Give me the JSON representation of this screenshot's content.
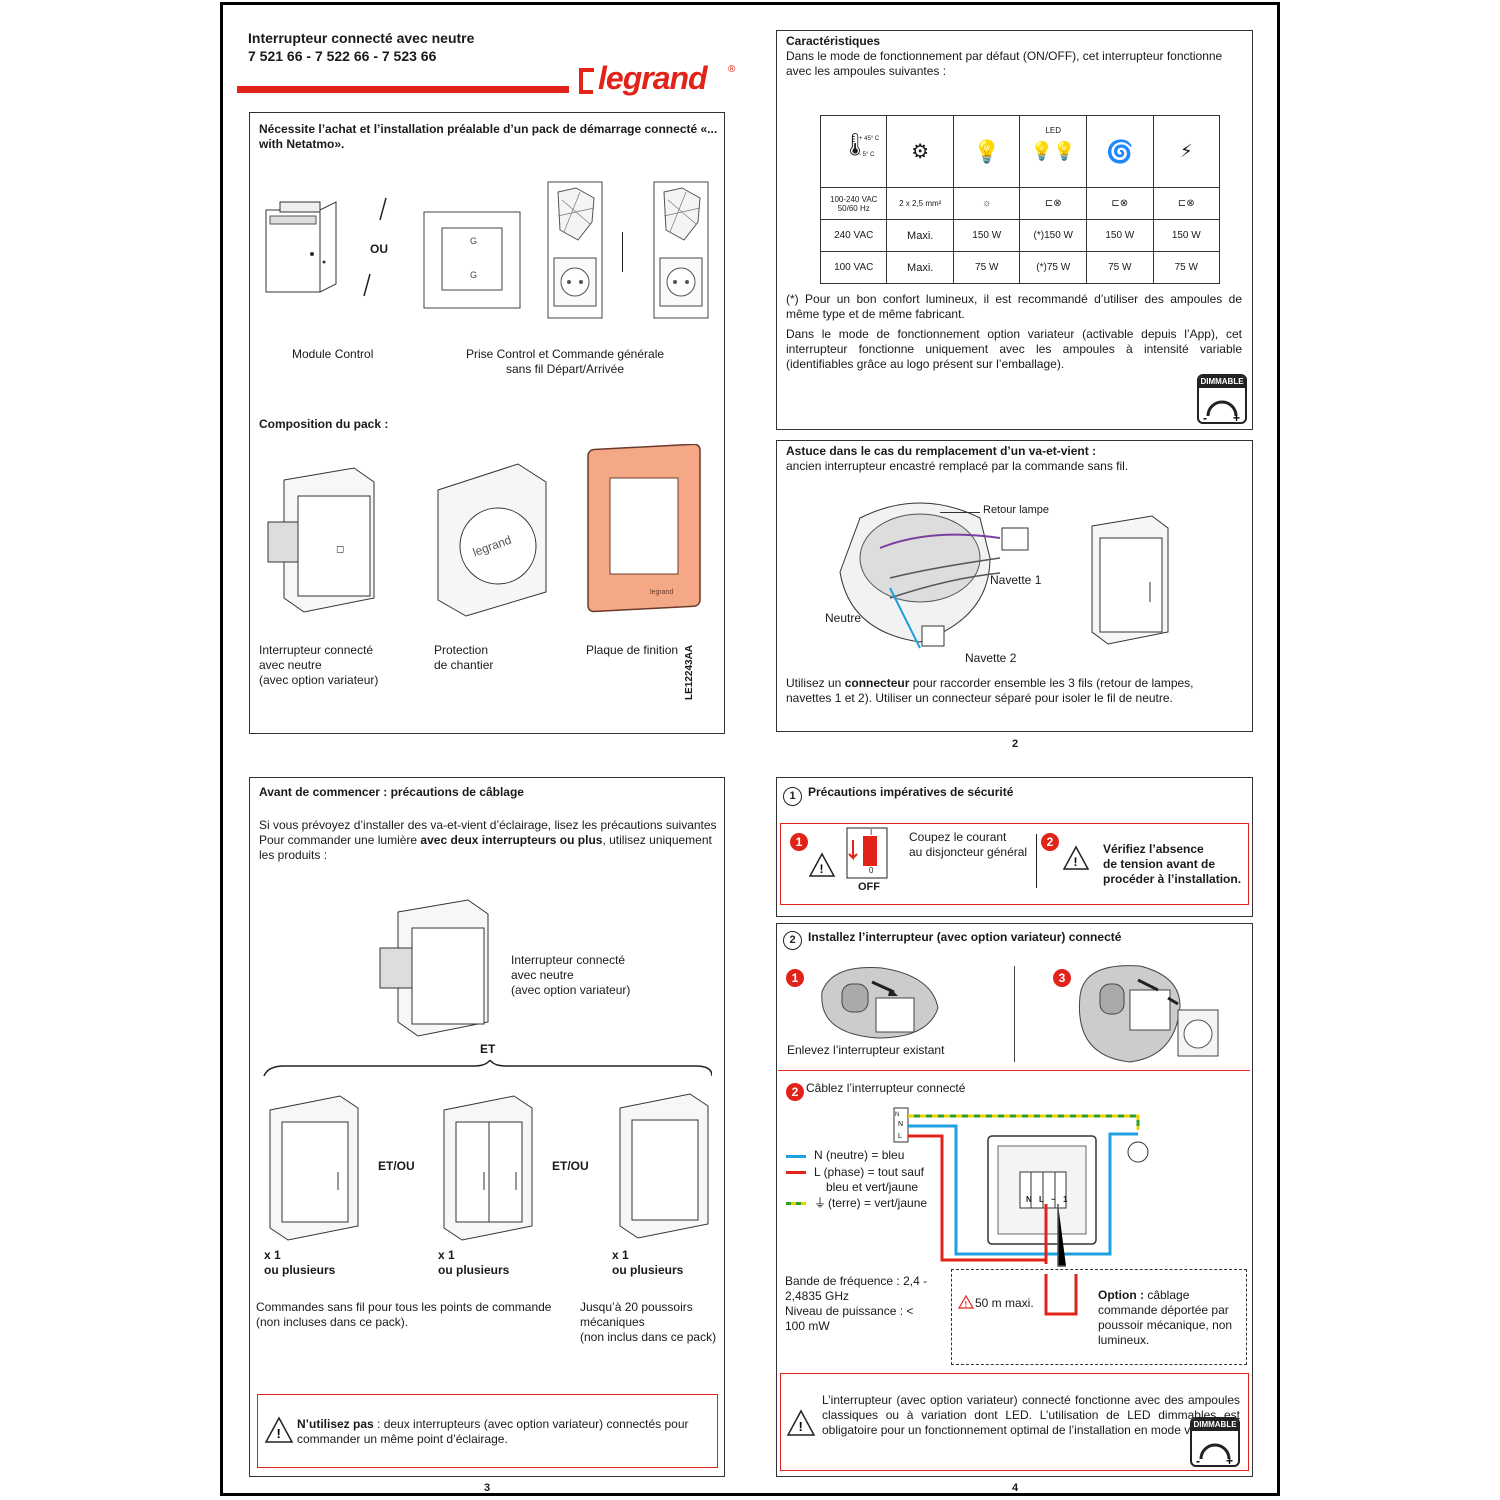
{
  "header": {
    "title": "Interrupteur connecté avec neutre",
    "refs": "7 521 66 - 7 522 66 - 7 523 66",
    "brand": "legrand",
    "brand_mark": "®"
  },
  "doc_code": "LE12243AA",
  "page1": {
    "requirement": "Nécessite l’achat et l’installation préalable d’un pack de démarrage connecté «... with Netatmo».",
    "ou": "OU",
    "module_control": "Module Control",
    "prise_control_1": "Prise Control et Commande générale",
    "prise_control_2": "sans fil Départ/Arrivée",
    "composition_title": "Composition du pack :",
    "item1": [
      "Interrupteur connecté",
      "avec neutre",
      "(avec option variateur)"
    ],
    "item2": [
      "Protection",
      "de chantier"
    ],
    "item3": [
      "Plaque de finition"
    ]
  },
  "page2": {
    "caract_title": "Caractéristiques",
    "caract_text": "Dans le mode de fonctionnement par défaut (ON/OFF), cet interrupteur fonctionne avec les ampoules suivantes :",
    "table": {
      "temp_hi": "+ 45° C",
      "temp_lo": "- 5° C",
      "voltage_1": "100-240 VAC",
      "voltage_2": "50/60 Hz",
      "wire": "2 x 2,5 mm²",
      "led_label": "LED",
      "rows": [
        {
          "volt": "240 VAC",
          "maxi": "Maxi.",
          "vals": [
            "150 W",
            "(*)150 W",
            "150 W",
            "150 W"
          ]
        },
        {
          "volt": "100 VAC",
          "maxi": "Maxi.",
          "vals": [
            "75 W",
            "(*)75 W",
            "75 W",
            "75 W"
          ]
        }
      ]
    },
    "note_star": "(*) Pour un bon confort lumineux, il est recommandé d’utiliser des ampoules de même type et de même fabricant.",
    "dimmer_text": "Dans le mode de fonctionnement option variateur (activable depuis l’App), cet interrupteur fonctionne uniquement avec les ampoules à intensité variable (identifiables grâce au logo présent sur l’emballage).",
    "dimmable": "DIMMABLE",
    "astuce_title": "Astuce dans le cas du remplacement d’un va-et-vient :",
    "astuce_sub": "ancien interrupteur encastré remplacé par la commande sans fil.",
    "retour_lampe": "Retour lampe",
    "navette1": "Navette 1",
    "neutre": "Neutre",
    "navette2": "Navette 2",
    "connect_pre": "Utilisez un ",
    "connect_bold": "connecteur",
    "connect_post": " pour raccorder ensemble les 3 fils (retour de lampes, navettes 1 et 2). Utiliser un connecteur séparé pour isoler le fil de neutre.",
    "page_number": "2"
  },
  "page3": {
    "title": "Avant de commencer : précautions de câblage",
    "line1": "Si vous prévoyez d’installer des va-et-vient d’éclairage, lisez les précautions suivantes :",
    "line2_pre": "Pour commander une lumière ",
    "line2_bold": "avec deux interrupteurs ou plus",
    "line2_post": ", utilisez uniquement les produits :",
    "switch_label": [
      "Interrupteur connecté",
      "avec neutre",
      "(avec option variateur)"
    ],
    "et": "ET",
    "etou": "ET/OU",
    "qty": "x 1",
    "plus": "ou plusieurs",
    "wireless_cmd": [
      "Commandes sans fil pour tous les points de commande",
      "(non incluses dans ce pack)."
    ],
    "push_buttons": [
      "Jusqu’à 20 poussoirs",
      "mécaniques",
      "(non inclus dans ce pack)"
    ],
    "warn_bold": "N’utilisez pas",
    "warn_text": " : deux interrupteurs (avec option variateur) connectés pour commander un même point d’éclairage.",
    "page_number": "3"
  },
  "page4": {
    "safety_title": "Précautions impératives de sécurité",
    "step1_text": [
      "Coupez le courant",
      "au disjoncteur général"
    ],
    "off": "OFF",
    "breaker_i": "I",
    "breaker_o": "0",
    "step2_text": [
      "Vérifiez l’absence",
      "de tension avant de",
      "procéder à l’installation."
    ],
    "install_title": "Installez l’interrupteur (avec option variateur) connecté",
    "remove_existing": "Enlevez l’interrupteur existant",
    "wire_title": "Câblez l’interrupteur connecté",
    "legend_n": "N (neutre) = bleu",
    "legend_l1": "L (phase) = tout sauf",
    "legend_l2": "bleu et vert/jaune",
    "legend_earth": "(terre) = vert/jaune",
    "freq": [
      "Bande de fréquence : 2,4 -",
      "2,4835 GHz",
      "Niveau de puissance : <",
      "100 mW"
    ],
    "max50": "50 m maxi.",
    "option_bold": "Option :",
    "option_text": [
      "câblage",
      "commande déportée par",
      "poussoir mécanique, non",
      "lumineux."
    ],
    "final_text": "L’interrupteur (avec option variateur) connecté fonctionne avec des ampoules classiques ou à variation dont LED. L’utilisation de LED dimmables est obligatoire pour un fonctionnement optimal de l’installation en mode variation.",
    "dimmable": "DIMMABLE",
    "step_nums": [
      "1",
      "2",
      "3"
    ],
    "section_nums": [
      "1",
      "2"
    ],
    "terminals": [
      "N",
      "L",
      "~",
      "1"
    ],
    "page_number": "4",
    "colors": {
      "neutral": "#1ea0e0",
      "phase": "#e2231a",
      "earth_a": "#2ca02c",
      "earth_b": "#f0d000"
    }
  }
}
